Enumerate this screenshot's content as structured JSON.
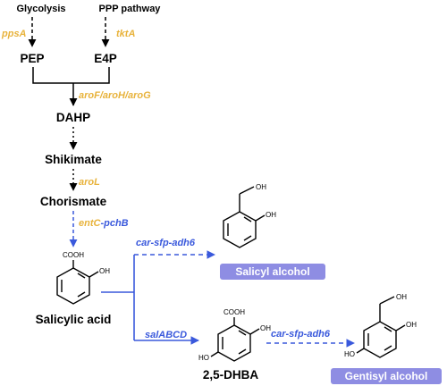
{
  "colors": {
    "native_enzyme": "#E8B33C",
    "heterologous": "#3A59DC",
    "product_pill": "#8E8DE3",
    "arrow": "#000000"
  },
  "sources": {
    "glycolysis": "Glycolysis",
    "ppp": "PPP pathway"
  },
  "enzymes": {
    "ppsA": "ppsA",
    "tktA": "tktA",
    "aroFHG": "aroF/aroH/aroG",
    "aroL": "aroL",
    "entC": "entC",
    "dash": "-",
    "pchB": "pchB",
    "car_sfp_adh6_upper": "car-sfp-adh6",
    "salABCD": "salABCD",
    "car_sfp_adh6_lower": "car-sfp-adh6"
  },
  "metabolites": {
    "pep": "PEP",
    "e4p": "E4P",
    "dahp": "DAHP",
    "shikimate": "Shikimate",
    "chorismate": "Chorismate",
    "salicylic_acid": "Salicylic acid",
    "dhba": "2,5-DHBA"
  },
  "products": {
    "salicyl_alcohol": "Salicyl alcohol",
    "gentisyl_alcohol": "Gentisyl alcohol"
  },
  "structure_labels": {
    "cooh_salicylic": "COOH",
    "oh_salicylic": "OH",
    "oh_sal_alc_ch2": "OH",
    "oh_sal_alc_ring": "OH",
    "cooh_dhba": "COOH",
    "oh_dhba_top": "OH",
    "ho_dhba": "HO",
    "oh_gen_ch2": "OH",
    "oh_gen_ring": "OH",
    "ho_gen": "HO"
  }
}
